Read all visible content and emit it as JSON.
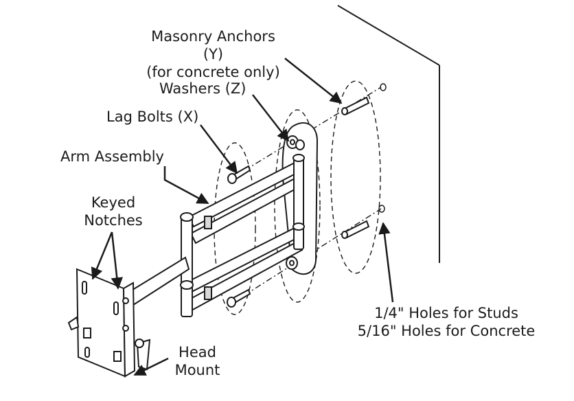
{
  "labels": {
    "masonry_anchors": [
      "Masonry Anchors",
      "(Y)",
      "(for concrete only)"
    ],
    "washers": "Washers (Z)",
    "lag_bolts": "Lag Bolts (X)",
    "arm_assembly": "Arm Assembly",
    "keyed_notches": [
      "Keyed",
      "Notches"
    ],
    "head_mount": [
      "Head",
      "Mount"
    ],
    "holes": [
      "1/4\" Holes for Studs",
      "5/16\" Holes for Concrete"
    ]
  },
  "colors": {
    "line": "#1a1a1a",
    "fill": "#ffffff",
    "shade": "#d9d9d9"
  }
}
